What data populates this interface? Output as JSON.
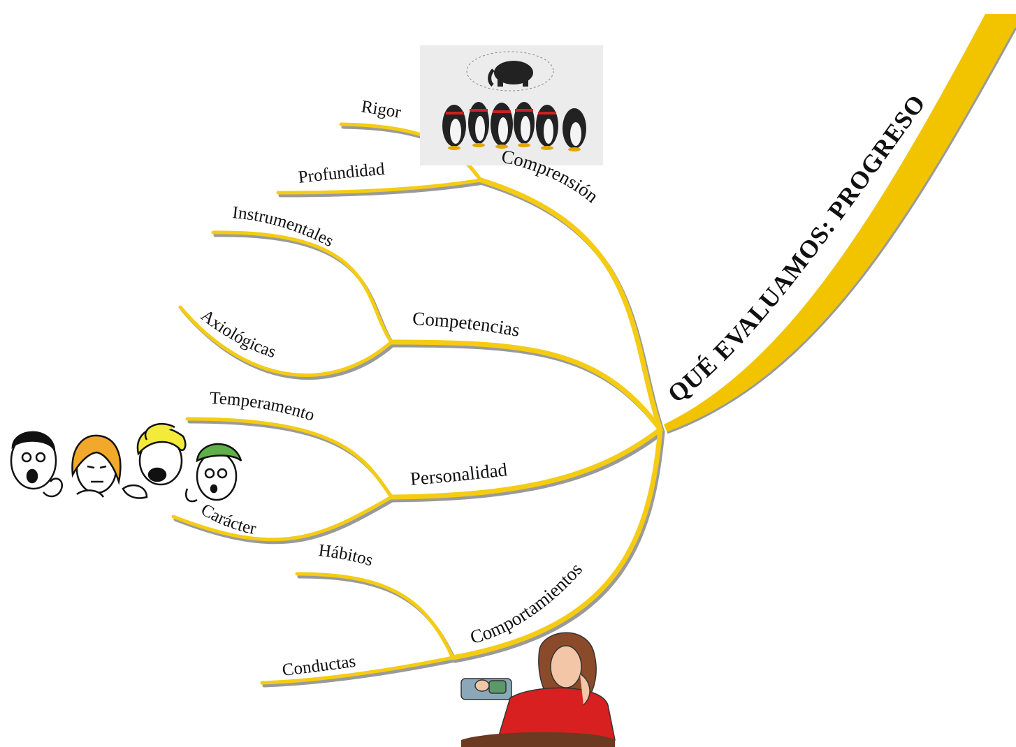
{
  "title": "QUÉ EVALUAMOS: PROGRESO",
  "colors": {
    "branch": "#f5cc12",
    "main_branch": "#f2c400",
    "shadow": "#9a9a9a"
  },
  "branches": {
    "comprension": {
      "label": "Comprensión",
      "children": [
        "Rigor",
        "Profundidad"
      ]
    },
    "competencias": {
      "label": "Competencias",
      "children": [
        "Instrumentales",
        "Axiológicas"
      ]
    },
    "personalidad": {
      "label": "Personalidad",
      "children": [
        "Temperamento",
        "Carácter"
      ]
    },
    "comportamientos": {
      "label": "Comportamientos",
      "children": [
        "Hábitos",
        "Conductas"
      ]
    }
  },
  "illustrations": {
    "penguins": "penguins-elephant-clipart",
    "faces": "children-faces-clipart",
    "woman": "pensive-woman-clipart"
  }
}
